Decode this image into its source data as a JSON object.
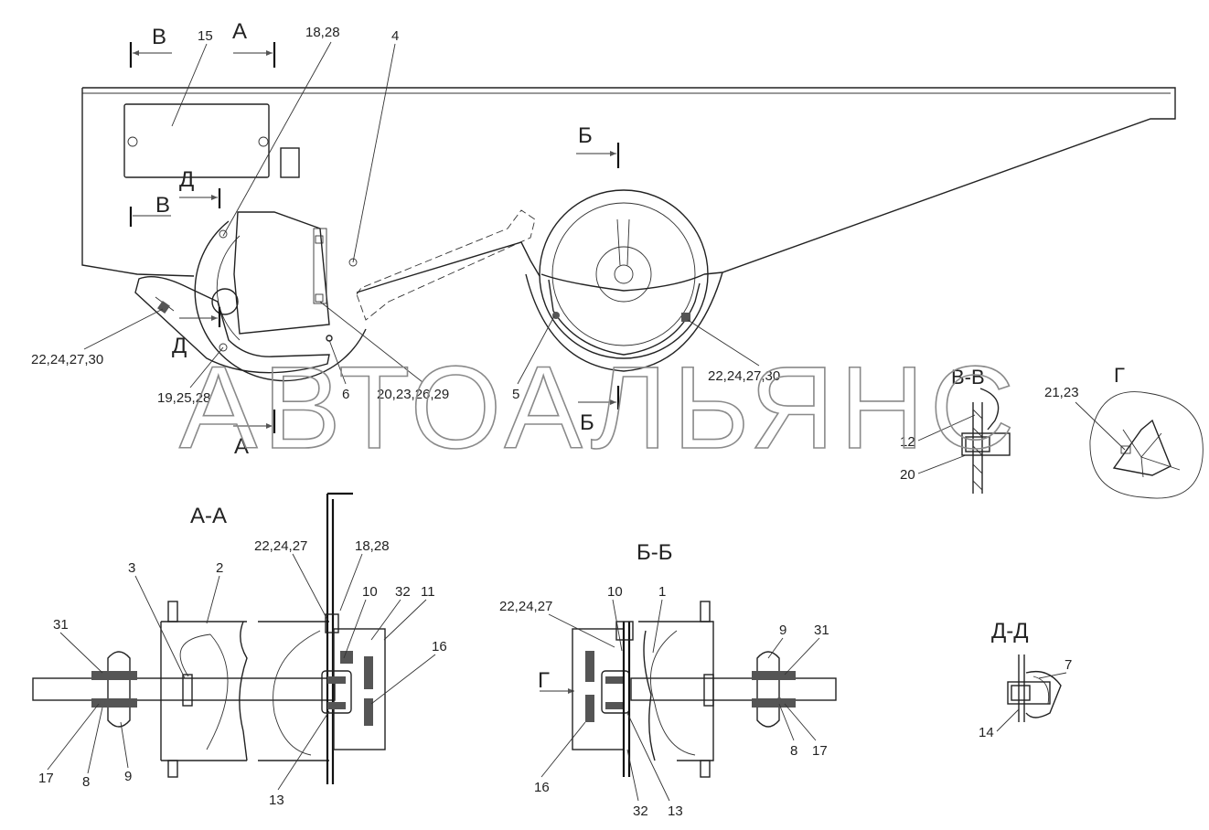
{
  "watermark": "АВТОАЛЬЯНС",
  "section_marks": {
    "v_top_left": "В",
    "a_top": "А",
    "d_top": "Д",
    "v_mid": "В",
    "b_top": "Б",
    "d_low": "Д",
    "a_low": "А",
    "b_low": "Б"
  },
  "view_titles": {
    "aa": "А-А",
    "bb": "Б-Б",
    "vv": "В-В",
    "g": "Г",
    "dd": "Д-Д",
    "g_arrow": "Г"
  },
  "callouts_main": {
    "c15": "15",
    "c18_28": "18,28",
    "c4": "4",
    "c22_left": "22,24,27,30",
    "c19": "19,25,28",
    "c6": "6",
    "c20": "20,23,26,29",
    "c5": "5",
    "c22_right": "22,24,27,30"
  },
  "callouts_aa": {
    "c3": "3",
    "c2": "2",
    "c22": "22,24,27",
    "c18": "18,28",
    "c10": "10",
    "c32": "32",
    "c11": "11",
    "c16": "16",
    "c31": "31",
    "c17": "17",
    "c8": "8",
    "c9": "9",
    "c13": "13"
  },
  "callouts_bb": {
    "c22": "22,24,27",
    "c10": "10",
    "c1": "1",
    "c9": "9",
    "c31": "31",
    "c16": "16",
    "c32": "32",
    "c13": "13",
    "c8": "8",
    "c17": "17"
  },
  "callouts_vv": {
    "c12": "12",
    "c20": "20"
  },
  "callouts_g": {
    "c21": "21,23"
  },
  "callouts_dd": {
    "c7": "7",
    "c14": "14"
  }
}
